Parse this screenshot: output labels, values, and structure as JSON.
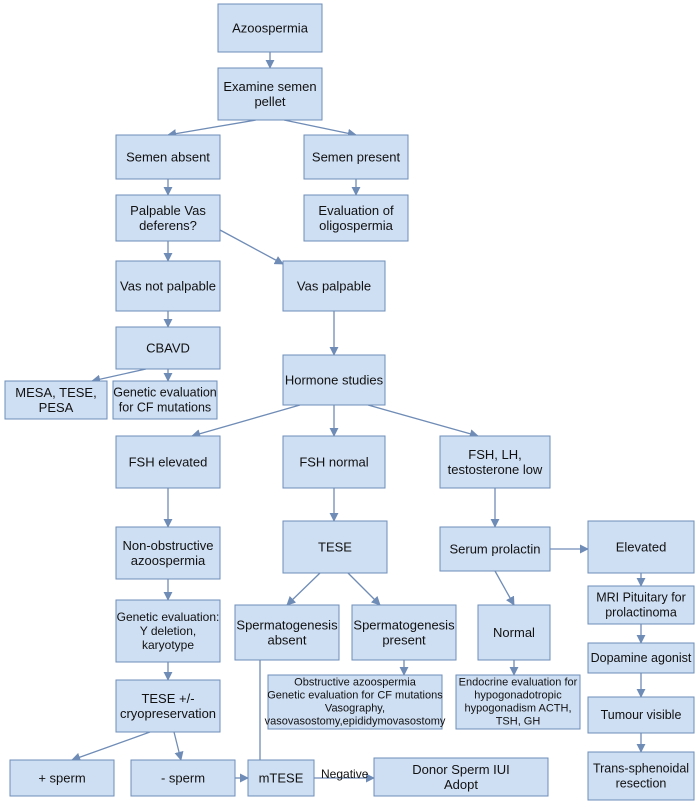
{
  "colors": {
    "box_fill": "#cfdff3",
    "box_stroke": "#6e8db8",
    "arrow": "#6f8cb6",
    "text": "#111111"
  },
  "nodes": {
    "azoospermia": [
      "Azoospermia"
    ],
    "examine_pellet": [
      "Examine semen",
      "pellet"
    ],
    "semen_absent": [
      "Semen absent"
    ],
    "semen_present": [
      "Semen present"
    ],
    "palpable_vas": [
      "Palpable Vas",
      "deferens?"
    ],
    "eval_oligospermia": [
      "Evaluation of",
      "oligospermia"
    ],
    "vas_not_palpable": [
      "Vas not palpable"
    ],
    "vas_palpable": [
      "Vas palpable"
    ],
    "cbavd": [
      "CBAVD"
    ],
    "mesa_tese_pesa": [
      "MESA, TESE,",
      "PESA"
    ],
    "genetic_cf": [
      "Genetic evaluation",
      "for CF mutations"
    ],
    "hormone_studies": [
      "Hormone studies"
    ],
    "fsh_elevated": [
      "FSH elevated"
    ],
    "fsh_normal": [
      "FSH normal"
    ],
    "fsh_lh_low": [
      "FSH, LH,",
      "testosterone low"
    ],
    "non_obstructive": [
      "Non-obstructive",
      "azoospermia"
    ],
    "tese": [
      "TESE"
    ],
    "serum_prolactin": [
      "Serum prolactin"
    ],
    "elevated": [
      "Elevated"
    ],
    "genetic_y": [
      "Genetic evaluation:",
      "Y deletion,",
      "karyotype"
    ],
    "sperm_absent": [
      "Spermatogenesis",
      "absent"
    ],
    "sperm_present": [
      "Spermatogenesis",
      "present"
    ],
    "normal": [
      "Normal"
    ],
    "mri_pituitary": [
      "MRI Pituitary  for",
      "prolactinoma"
    ],
    "dopamine_agonist": [
      "Dopamine agonist"
    ],
    "obstructive": [
      "Obstructive azoospermia",
      "Genetic evaluation for CF mutations",
      "Vasography,",
      "vasovasostomy,epididymovasostomy"
    ],
    "endocrine_eval": [
      "Endocrine evaluation for",
      "hypogonadotropic",
      "hypogonadism ACTH,",
      "TSH, GH"
    ],
    "tese_cryo": [
      "TESE +/-",
      "cryopreservation"
    ],
    "tumour_visible": [
      "Tumour visible"
    ],
    "plus_sperm": [
      "+ sperm"
    ],
    "minus_sperm": [
      "- sperm"
    ],
    "mtese": [
      "mTESE"
    ],
    "donor_sperm": [
      "Donor Sperm IUI",
      "Adopt"
    ],
    "trans_sphenoidal": [
      "Trans-sphenoidal",
      "resection"
    ]
  },
  "edge_labels": {
    "negative": "Negative"
  }
}
